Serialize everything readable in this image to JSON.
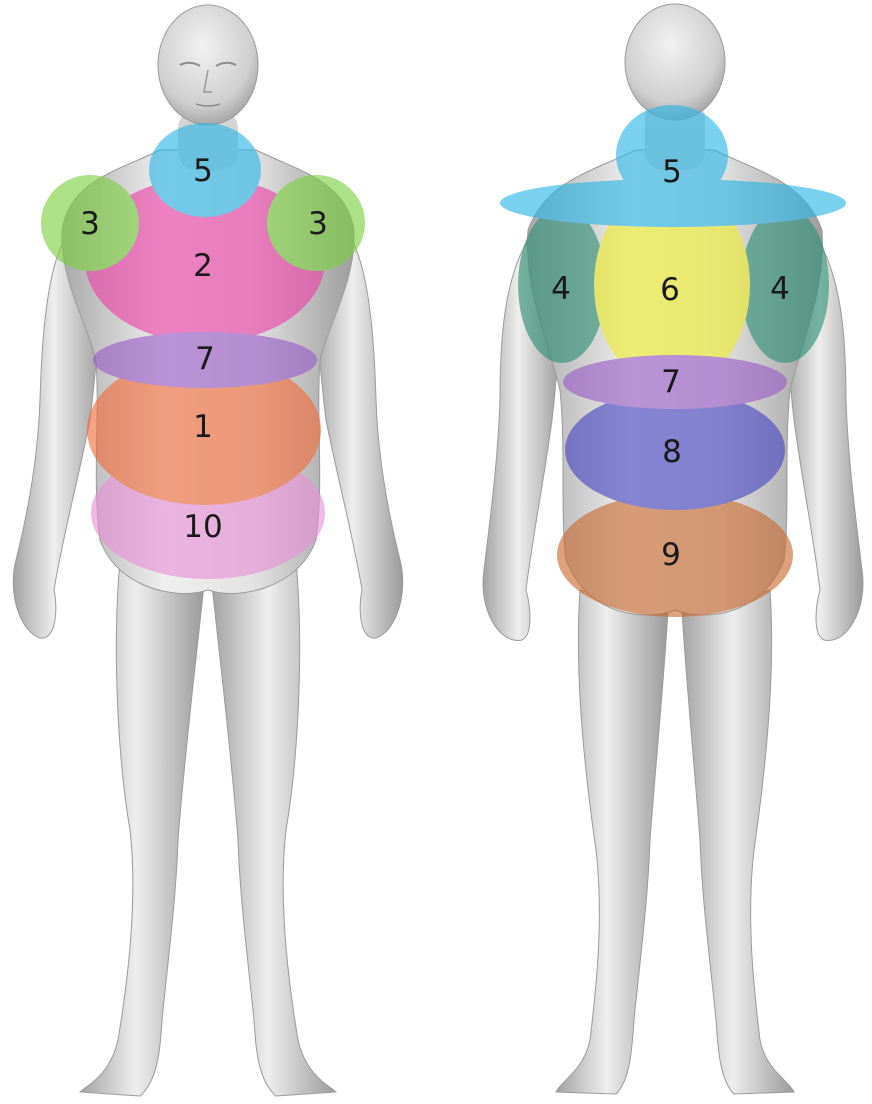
{
  "colors": {
    "skin_light": "#eeeeee",
    "skin_mid": "#c9c9c9",
    "skin_dark": "#8f8f8f",
    "zone_1": "#f26b3a",
    "zone_2": "#ec3fa7",
    "zone_3": "#7ccf3f",
    "zone_4": "#2e8f75",
    "zone_5": "#29b6e6",
    "zone_6": "#ecec2c",
    "zone_7": "#9a5bc9",
    "zone_8": "#4545c2",
    "zone_9": "#c9692f",
    "zone_10": "#e98fd6"
  },
  "views": {
    "front": {
      "zones": {
        "neck": "5",
        "chest": "2",
        "shoulder_left": "3",
        "shoulder_right": "3",
        "diaphragm": "7",
        "abdomen": "1",
        "pelvis": "10"
      }
    },
    "back": {
      "zones": {
        "neck_shoulders": "5",
        "upper_back": "6",
        "shoulder_blade_left": "4",
        "shoulder_blade_right": "4",
        "mid_back": "7",
        "lower_back": "8",
        "glutes": "9"
      }
    }
  }
}
